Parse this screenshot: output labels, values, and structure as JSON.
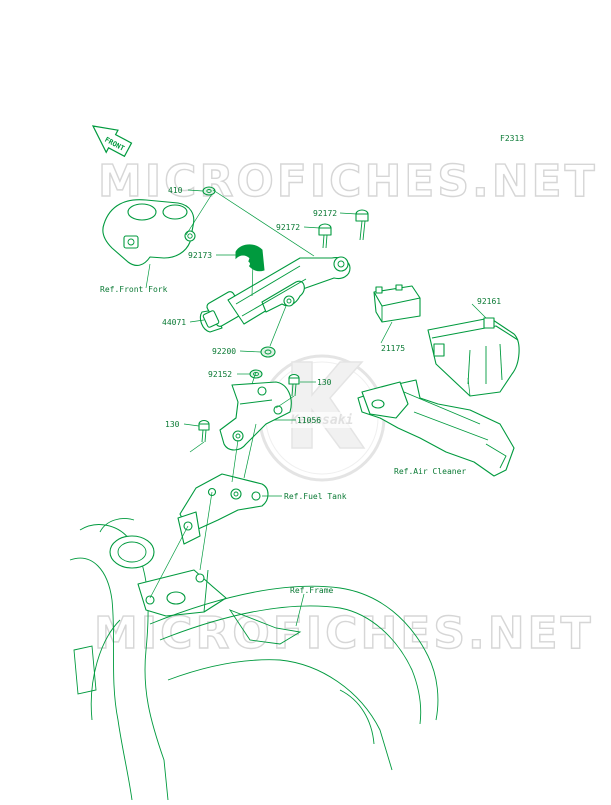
{
  "diagram_code": "F2313",
  "front_arrow_label": "FRONT",
  "watermark": {
    "text": "MICROFICHES.NET",
    "brand": "Kawasaki",
    "colors": {
      "watermark": "#d0d0d0",
      "line_art": "#009a3e"
    }
  },
  "parts": [
    {
      "number": "410"
    },
    {
      "number": "92172"
    },
    {
      "number": "92172"
    },
    {
      "number": "92173"
    },
    {
      "number": "44071"
    },
    {
      "number": "92200"
    },
    {
      "number": "92161"
    },
    {
      "number": "21175"
    },
    {
      "number": "92152"
    },
    {
      "number": "130"
    },
    {
      "number": "130"
    },
    {
      "number": "11056"
    }
  ],
  "references": [
    {
      "text": "Ref.Front Fork"
    },
    {
      "text": "Ref.Air Cleaner"
    },
    {
      "text": "Ref.Fuel Tank"
    },
    {
      "text": "Ref.Frame"
    }
  ]
}
